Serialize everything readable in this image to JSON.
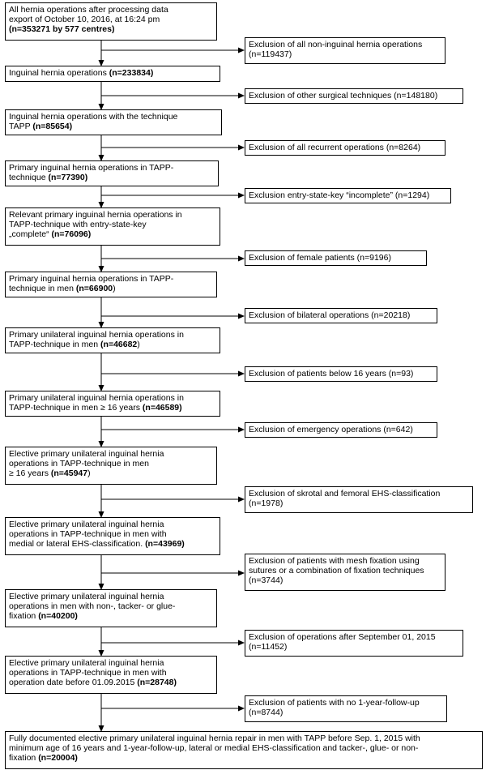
{
  "steps": [
    {
      "text": "All hernia operations after processing data\nexport of October 10, 2016, at 16:24 pm\n",
      "bold": "(n=353271 by 577 centres)",
      "tail": ""
    },
    {
      "text": "Inguinal hernia operations ",
      "bold": "(n=233834)",
      "tail": ""
    },
    {
      "text": "Inguinal hernia operations with the technique\nTAPP ",
      "bold": "(n=85654)",
      "tail": ""
    },
    {
      "text": "Primary inguinal hernia operations in TAPP-\ntechnique ",
      "bold": "(n=77390)",
      "tail": ""
    },
    {
      "text": "Relevant primary inguinal hernia operations  in\nTAPP-technique with entry-state-key\n„complete“ ",
      "bold": "(n=76096)",
      "tail": ""
    },
    {
      "text": "Primary inguinal hernia operations in TAPP-\ntechnique  in men ",
      "bold": "(n=66900",
      "tail": ")"
    },
    {
      "text": "Primary unilateral inguinal hernia operations in\nTAPP-technique in men ",
      "bold": "(n=46682",
      "tail": ")"
    },
    {
      "text": "Primary unilateral inguinal hernia operations in\nTAPP-technique in men ≥ 16 years ",
      "bold": "(n=46589)",
      "tail": ""
    },
    {
      "text": "Elective primary unilateral inguinal hernia\noperations  in TAPP-technique in men\n≥ 16 years ",
      "bold": "(n=45947",
      "tail": ")"
    },
    {
      "text": "Elective primary unilateral inguinal hernia\noperations in TAPP-technique in men with\nmedial or lateral  EHS-classification. ",
      "bold": "(n=43969)",
      "tail": ""
    },
    {
      "text": "Elective primary unilateral inguinal hernia\noperations in men with non-, tacker- or glue-\nfixation ",
      "bold": "(n=40200)",
      "tail": ""
    },
    {
      "text": "Elective primary unilateral inguinal hernia\noperations in TAPP-technique in men with\noperation date before 01.09.2015 ",
      "bold": "(n=28748)",
      "tail": ""
    },
    {
      "text": "Fully documented elective primary unilateral inguinal hernia repair in men with TAPP before Sep. 1, 2015 with\nminimum  age of 16 years and 1-year-follow-up, lateral or medial EHS-classification and tacker-, glue- or non-\nfixation ",
      "bold": "(n=20004)",
      "tail": ""
    }
  ],
  "exclusions": [
    "Exclusion of all non-inguinal hernia operations\n(n=119437)",
    "Exclusion of other surgical techniques (n=148180)",
    "Exclusion of all recurrent operations (n=8264)",
    "Exclusion entry-state-key “incomplete” (n=1294)",
    "Exclusion of female patients (n=9196)",
    "Exclusion of bilateral operations (n=20218)",
    "Exclusion of patients below 16 years (n=93)",
    "Exclusion of emergency operations  (n=642)",
    "Exclusion of skrotal and femoral EHS-classification\n(n=1978)",
    "Exclusion of patients with mesh fixation using\nsutures or a combination of fixation techniques\n(n=3744)",
    "Exclusion of operations after September 01, 2015\n(n=11452)",
    "Exclusion of patients with no 1-year-follow-up\n(n=8744)"
  ]
}
